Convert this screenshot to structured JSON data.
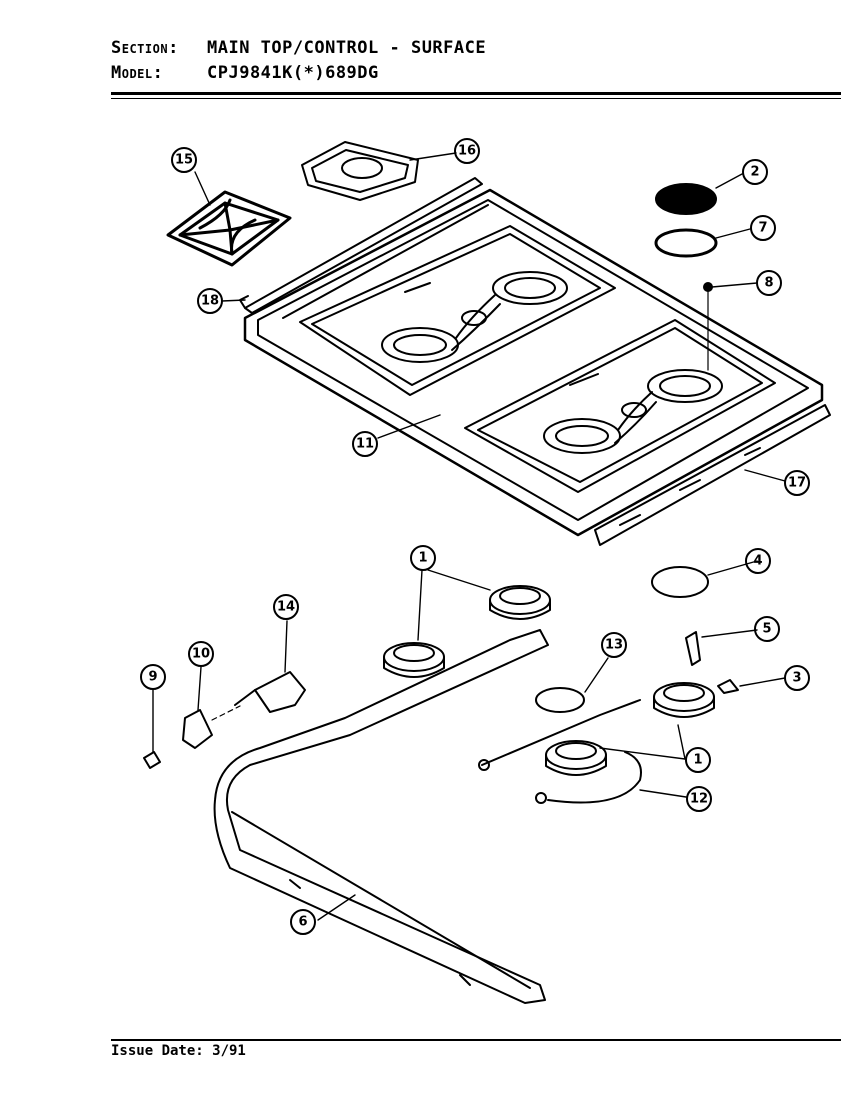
{
  "header": {
    "section_label": "Section:",
    "section_value": "MAIN TOP/CONTROL - SURFACE",
    "model_label": "Model:",
    "model_value": "CPJ9841K(*)689DG"
  },
  "footer": {
    "issue_date": "Issue Date: 3/91"
  },
  "callouts": {
    "c1a": "1",
    "c1b": "1",
    "c2": "2",
    "c3": "3",
    "c4": "4",
    "c5": "5",
    "c6": "6",
    "c7": "7",
    "c8": "8",
    "c9": "9",
    "c10": "10",
    "c11": "11",
    "c12": "12",
    "c13": "13",
    "c14": "14",
    "c15": "15",
    "c16": "16",
    "c17": "17",
    "c18": "18"
  }
}
